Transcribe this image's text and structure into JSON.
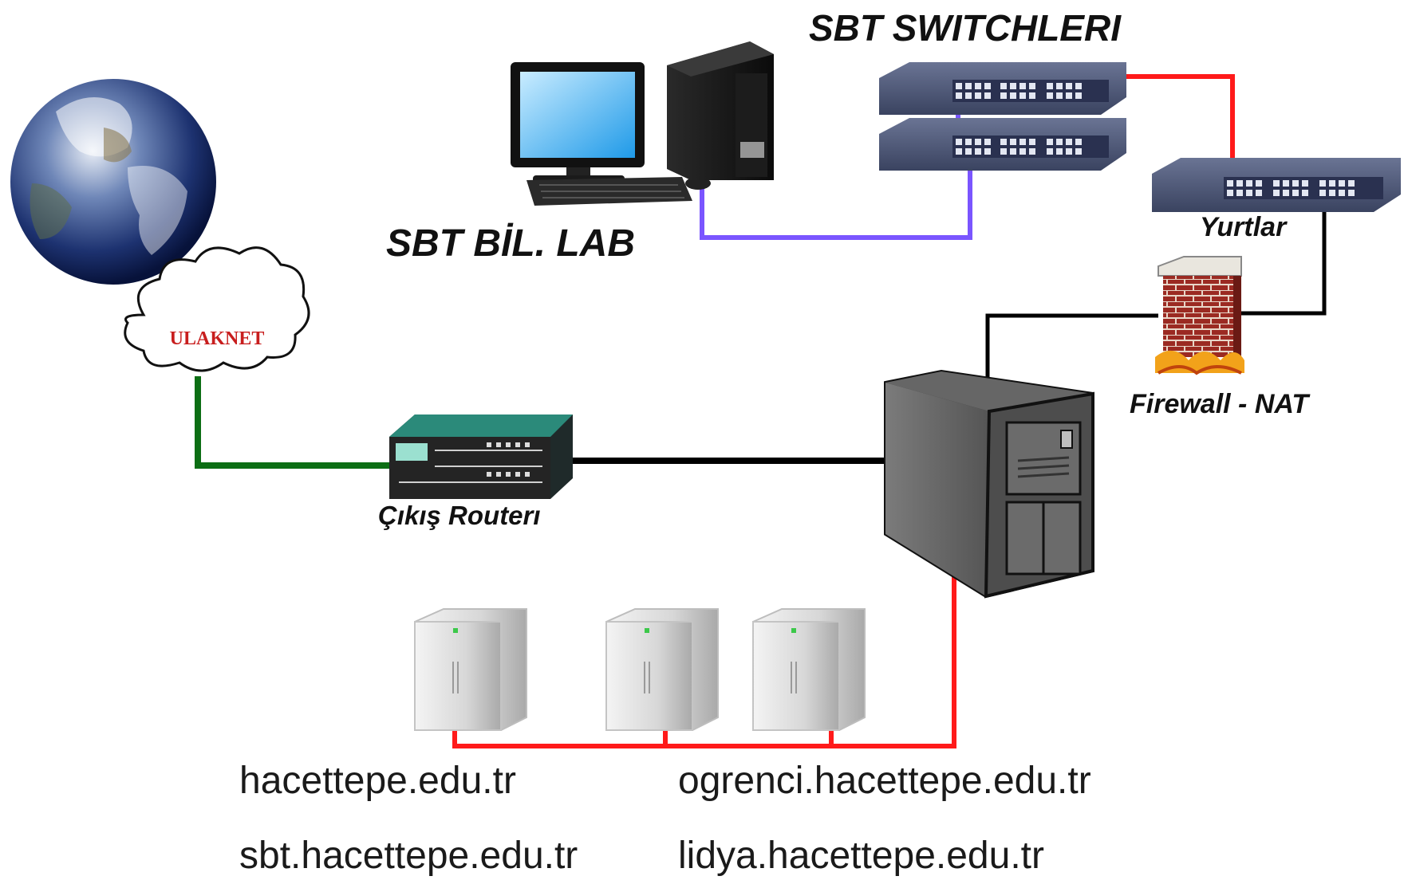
{
  "title": "SBT SWITCHLERI",
  "nodes": {
    "lab": "SBT BİL. LAB",
    "yurtlar": "Yurtlar",
    "firewall": "Firewall - NAT",
    "router": "Çıkış Routerı",
    "cloud": "ULAKNET"
  },
  "domains": [
    "hacettepe.edu.tr",
    "ogrenci.hacettepe.edu.tr",
    "sbt.hacettepe.edu.tr",
    "lidya.hacettepe.edu.tr"
  ],
  "colors": {
    "red_link": "#ff1a1a",
    "purple_link": "#7a55ff",
    "green_link": "#0c6e14",
    "black_link": "#000000"
  }
}
